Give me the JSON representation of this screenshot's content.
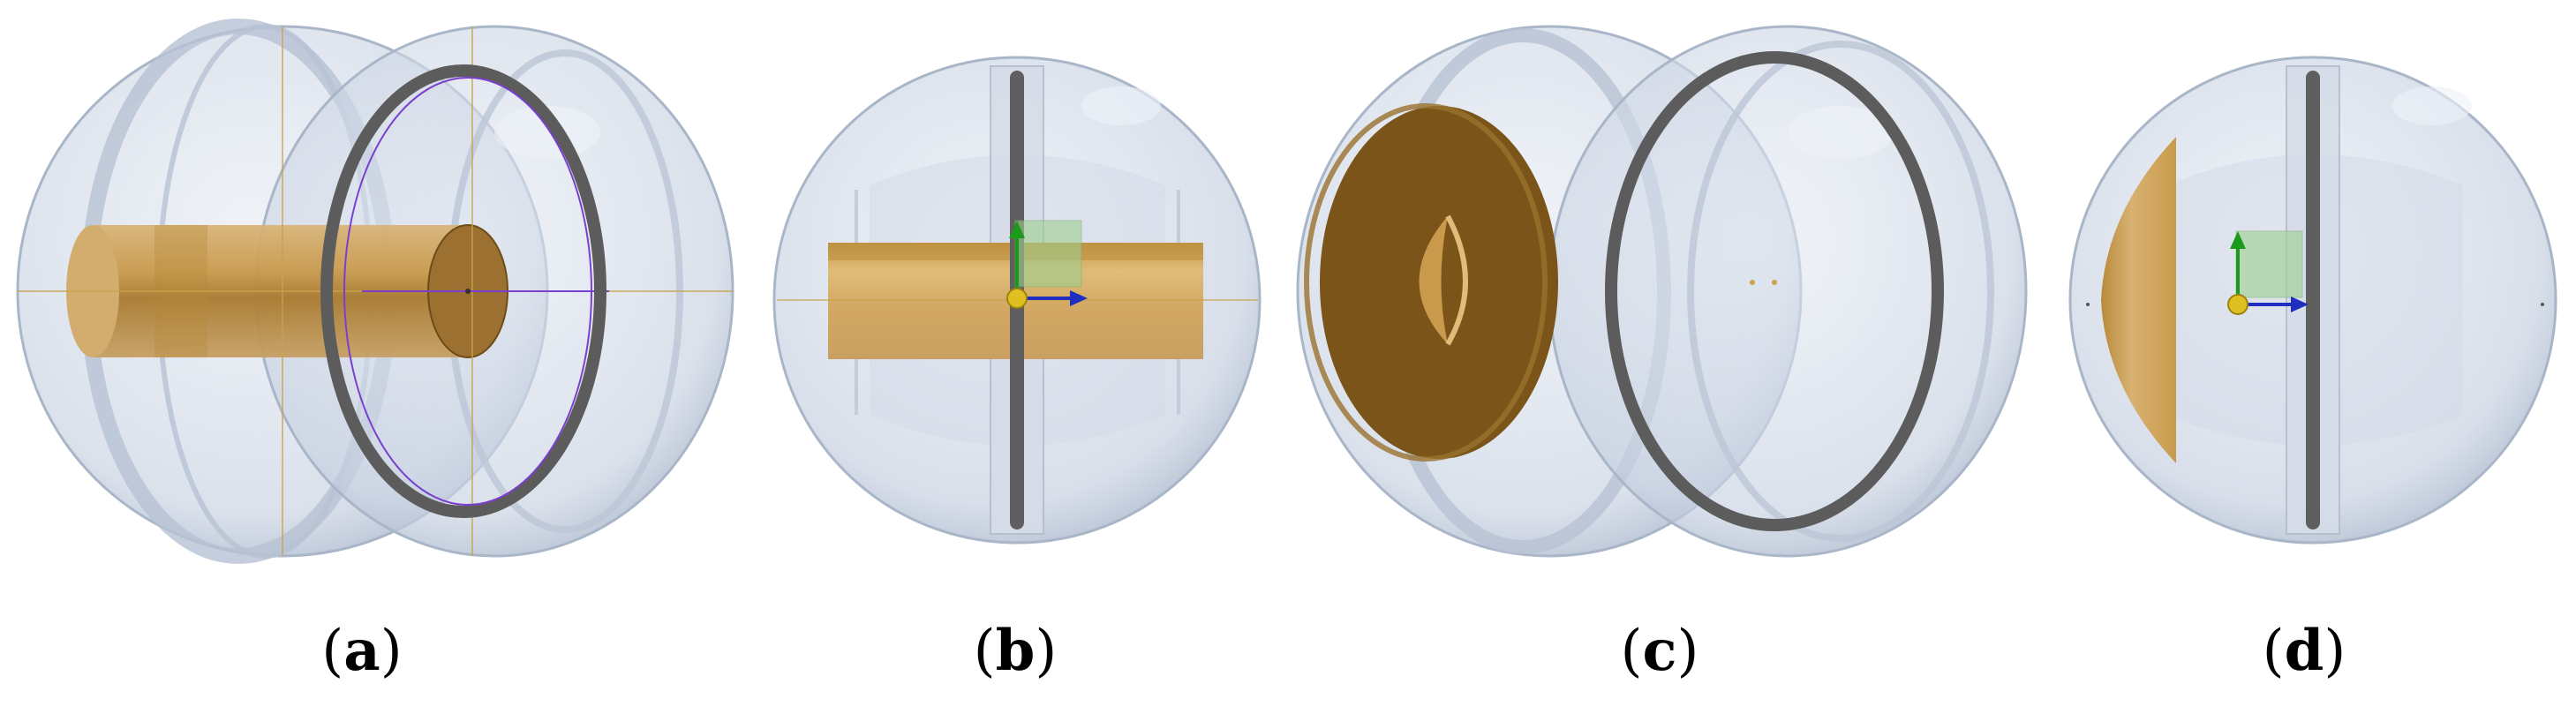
{
  "figure": {
    "panels": [
      {
        "id": "a",
        "label": "a",
        "view": "tilted-split-sphere-with-cylinder"
      },
      {
        "id": "b",
        "label": "b",
        "view": "front-sphere-with-cylinder"
      },
      {
        "id": "c",
        "label": "c",
        "view": "tilted-split-sphere-with-disk"
      },
      {
        "id": "d",
        "label": "d",
        "view": "front-sphere-with-disk"
      }
    ],
    "colors": {
      "shell": "#c9d3e2",
      "shell_edge": "#a9b6c8",
      "ring": "#5c5c5c",
      "gold_light": "#d8b272",
      "gold_mid": "#b8893a",
      "gold_dark": "#7a5418",
      "axis_line": "#c9a24a",
      "purple": "#7b3fd0",
      "axis_x": "#1f2fbf",
      "axis_y": "#1b9a1b",
      "origin": "#e0c020",
      "gizmo_box": "#9fcf8f"
    }
  }
}
